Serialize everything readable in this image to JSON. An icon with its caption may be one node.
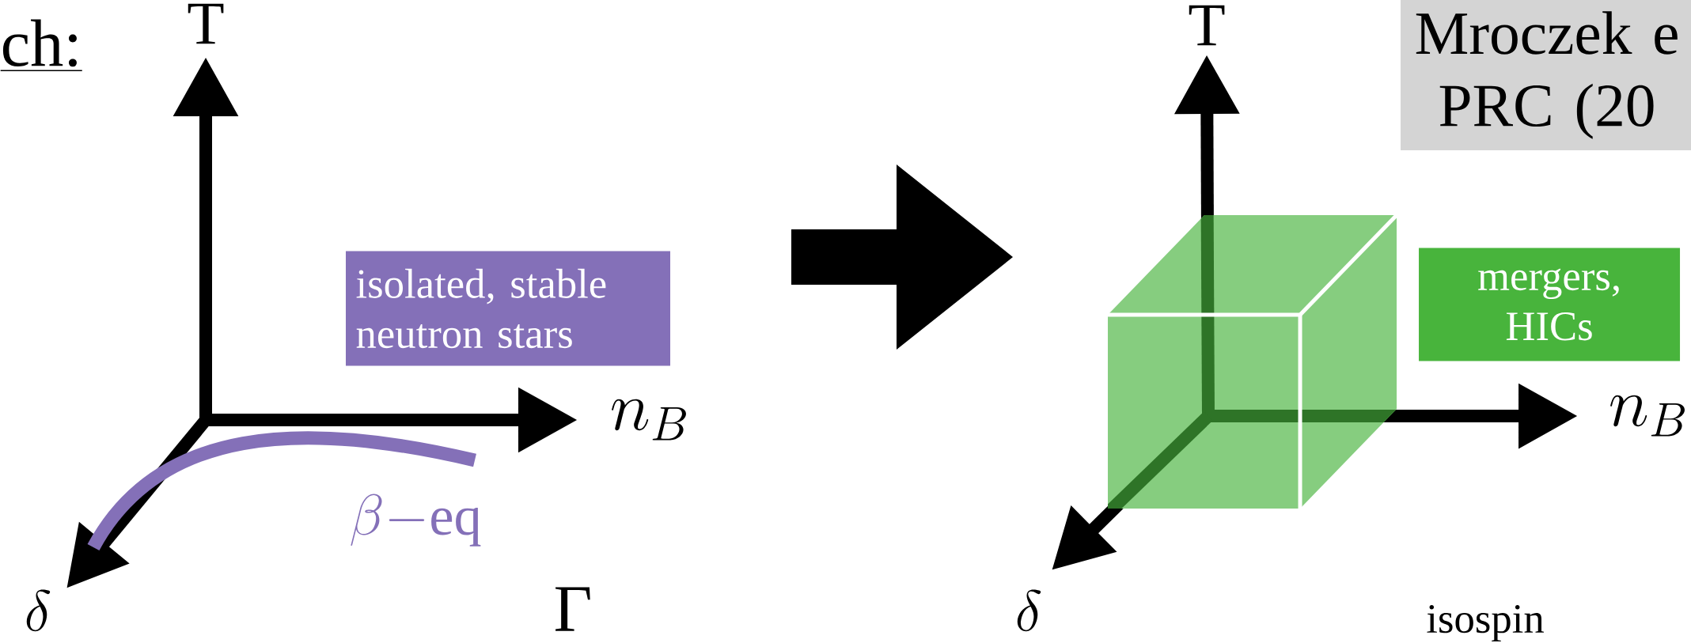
{
  "diagram": {
    "nodes": [
      {
        "text": [
          "isolated, stable neutron stars"
        ]
      },
      {
        "text": [
          "mergers, HICs"
        ]
      },
      {
        "text": [
          "Mroczek e PRC (20"
        ]
      }
    ],
    "labels": [
      "ch:",
      "T",
      "n_B",
      "\\delta",
      "\\beta{-}\\mathrm{eq}",
      "Γ",
      "T",
      "n_B",
      "\\delta",
      "isospin"
    ]
  }
}
